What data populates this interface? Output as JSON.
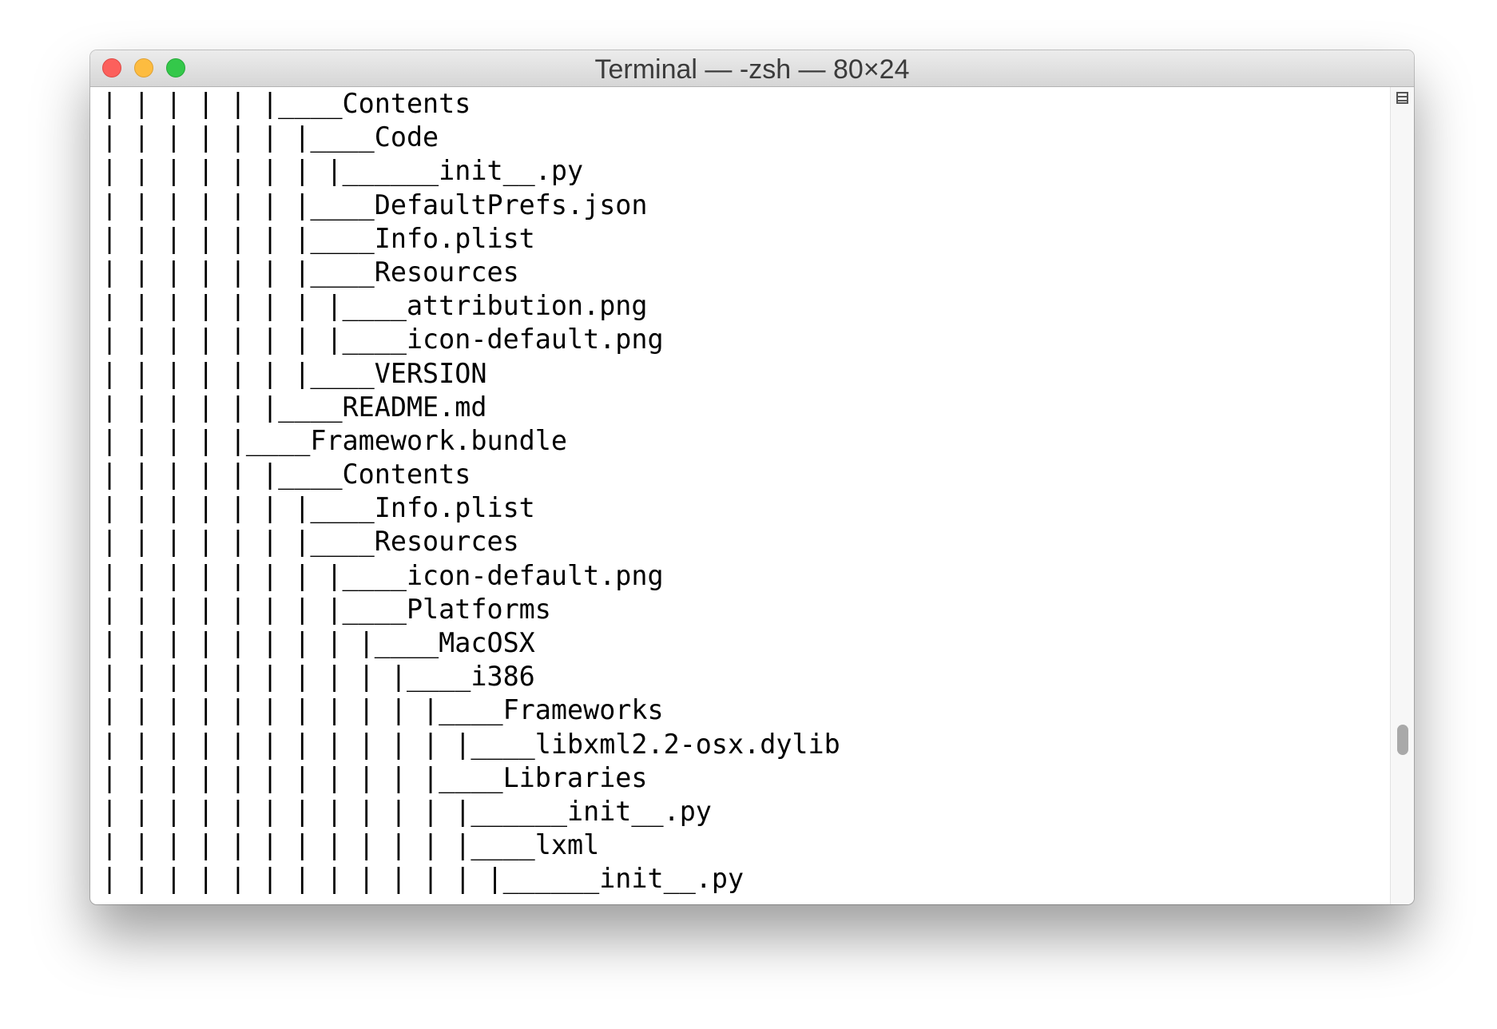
{
  "window": {
    "title": "Terminal — -zsh — 80×24"
  },
  "icons": {
    "close": "close-button-red",
    "minimize": "minimize-button-yellow",
    "zoom": "zoom-button-green",
    "split": "split-pane-icon"
  },
  "colors": {
    "close": "#fc605c",
    "minimize": "#fdbc40",
    "zoom": "#34c84a",
    "text": "#000000",
    "background": "#ffffff"
  },
  "terminal": {
    "lines": [
      "| | | | | |____Contents",
      "| | | | | | |____Code",
      "| | | | | | | |______init__.py",
      "| | | | | | |____DefaultPrefs.json",
      "| | | | | | |____Info.plist",
      "| | | | | | |____Resources",
      "| | | | | | | |____attribution.png",
      "| | | | | | | |____icon-default.png",
      "| | | | | | |____VERSION",
      "| | | | | |____README.md",
      "| | | | |____Framework.bundle",
      "| | | | | |____Contents",
      "| | | | | | |____Info.plist",
      "| | | | | | |____Resources",
      "| | | | | | | |____icon-default.png",
      "| | | | | | | |____Platforms",
      "| | | | | | | | |____MacOSX",
      "| | | | | | | | | |____i386",
      "| | | | | | | | | | |____Frameworks",
      "| | | | | | | | | | | |____libxml2.2-osx.dylib",
      "| | | | | | | | | | |____Libraries",
      "| | | | | | | | | | | |______init__.py",
      "| | | | | | | | | | | |____lxml",
      "| | | | | | | | | | | | |______init__.py"
    ]
  }
}
